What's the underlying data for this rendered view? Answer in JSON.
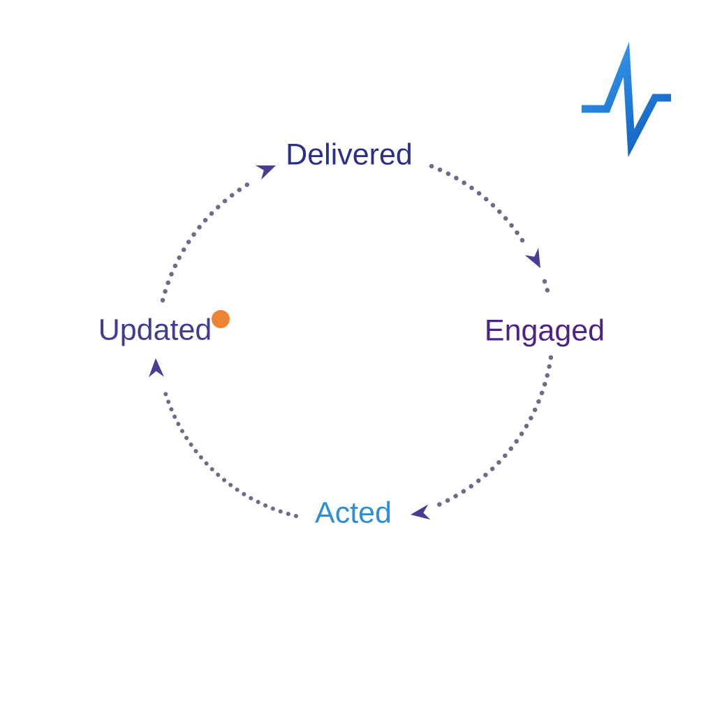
{
  "brand": {
    "logo_icon": "pulse-logo-icon",
    "logo_color_light": "#3E9FF2",
    "logo_color_mid": "#1E78D4",
    "logo_color_dark": "#0F56B4"
  },
  "cycle": {
    "direction": "clockwise",
    "stages": [
      {
        "label": "Delivered",
        "position": "top",
        "color": "#2A3089"
      },
      {
        "label": "Engaged",
        "position": "right",
        "color": "#4C2189"
      },
      {
        "label": "Acted",
        "position": "bottom",
        "color": "#2E8FD6"
      },
      {
        "label": "Updated",
        "position": "left",
        "color": "#423C8E"
      }
    ],
    "connector_style": "dotted-arc",
    "connector_dot_color": "#6E6A8C",
    "arrow_color": "#453E91",
    "highlight_dot_color": "#EE8433"
  }
}
